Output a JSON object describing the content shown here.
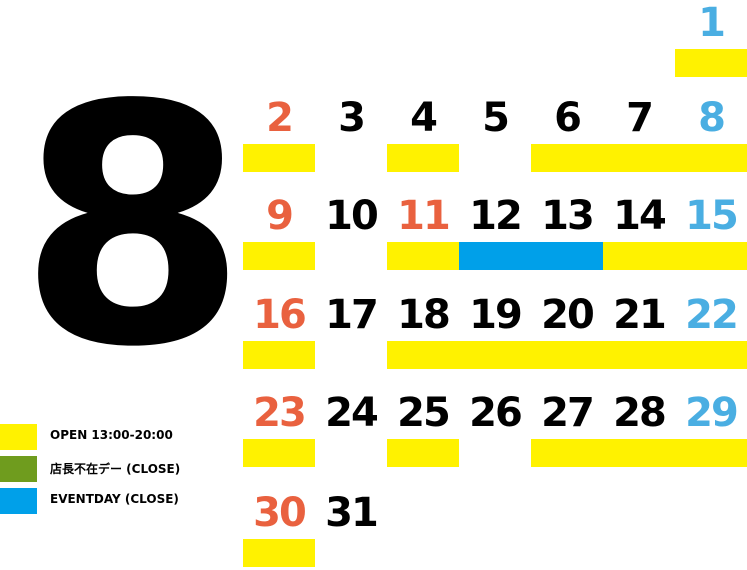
{
  "month": "8",
  "colors": {
    "open": "#fff200",
    "event": "#00a0e9",
    "absent": "#6f9c1e",
    "sunday": "#e9613f",
    "saturday": "#4aaee2",
    "weekday": "#000000"
  },
  "days": [
    {
      "label": "1",
      "type": "saturday"
    },
    {
      "label": "2",
      "type": "sunday"
    },
    {
      "label": "3",
      "type": "weekday"
    },
    {
      "label": "4",
      "type": "weekday"
    },
    {
      "label": "5",
      "type": "weekday"
    },
    {
      "label": "6",
      "type": "weekday"
    },
    {
      "label": "7",
      "type": "weekday"
    },
    {
      "label": "8",
      "type": "saturday"
    },
    {
      "label": "9",
      "type": "sunday"
    },
    {
      "label": "10",
      "type": "weekday"
    },
    {
      "label": "11",
      "type": "sunday"
    },
    {
      "label": "12",
      "type": "weekday"
    },
    {
      "label": "13",
      "type": "weekday"
    },
    {
      "label": "14",
      "type": "weekday"
    },
    {
      "label": "15",
      "type": "saturday"
    },
    {
      "label": "16",
      "type": "sunday"
    },
    {
      "label": "17",
      "type": "weekday"
    },
    {
      "label": "18",
      "type": "weekday"
    },
    {
      "label": "19",
      "type": "weekday"
    },
    {
      "label": "20",
      "type": "weekday"
    },
    {
      "label": "21",
      "type": "weekday"
    },
    {
      "label": "22",
      "type": "saturday"
    },
    {
      "label": "23",
      "type": "sunday"
    },
    {
      "label": "24",
      "type": "weekday"
    },
    {
      "label": "25",
      "type": "weekday"
    },
    {
      "label": "26",
      "type": "weekday"
    },
    {
      "label": "27",
      "type": "weekday"
    },
    {
      "label": "28",
      "type": "weekday"
    },
    {
      "label": "29",
      "type": "saturday"
    },
    {
      "label": "30",
      "type": "sunday"
    },
    {
      "label": "31",
      "type": "weekday"
    }
  ],
  "day_status": {
    "1": "open",
    "2": "open",
    "4": "open",
    "6": "open",
    "7": "open",
    "8": "open",
    "9": "open",
    "11": "open",
    "12": "event",
    "13": "event",
    "14": "open",
    "15": "open",
    "16": "open",
    "18": "open",
    "19": "open",
    "20": "open",
    "21": "open",
    "22": "open",
    "23": "open",
    "25": "open",
    "27": "open",
    "28": "open",
    "29": "open",
    "30": "open"
  },
  "legend": [
    {
      "label": "OPEN 13:00-20:00",
      "color_key": "open"
    },
    {
      "label": "店長不在デー (CLOSE)",
      "color_key": "absent"
    },
    {
      "label": "EVENTDAY (CLOSE)",
      "color_key": "event"
    }
  ]
}
